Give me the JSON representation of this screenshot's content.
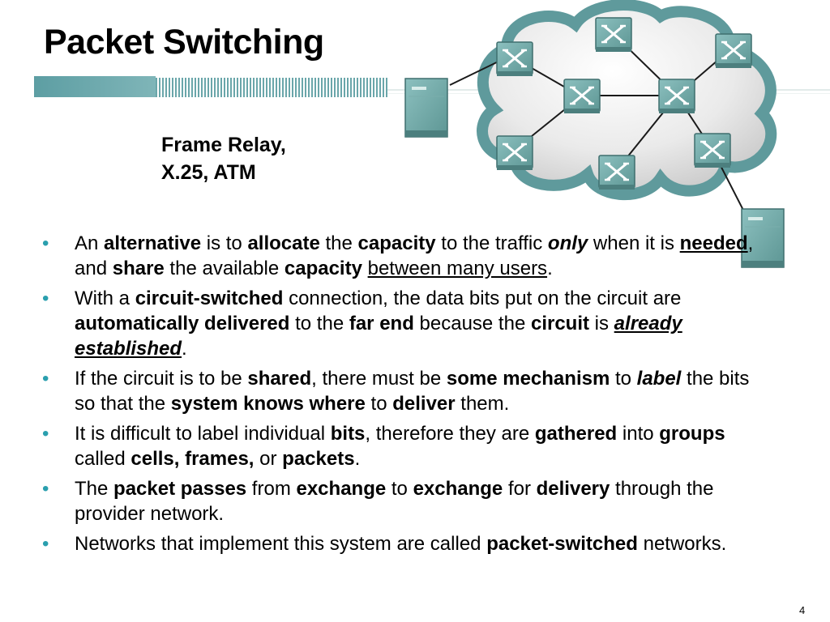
{
  "slide": {
    "title": "Packet Switching",
    "caption_line1": "Frame Relay,",
    "caption_line2": "X.25, ATM",
    "page_number": "4"
  },
  "colors": {
    "accent_teal": "#5d9ea3",
    "bullet_teal": "#2a9fae",
    "cloud_rim": "#5f9a9c",
    "device_teal": "#6fa9a8"
  },
  "icons": [
    "server-icon",
    "switch-icon",
    "network-cloud-icon",
    "bullet-dot-icon"
  ],
  "bullets": [
    {
      "segments": [
        {
          "t": "An "
        },
        {
          "t": "alternative",
          "b": true
        },
        {
          "t": " is to "
        },
        {
          "t": "allocate",
          "b": true
        },
        {
          "t": " the "
        },
        {
          "t": "capacity",
          "b": true
        },
        {
          "t": " to the traffic "
        },
        {
          "t": "only",
          "b": true,
          "i": true
        },
        {
          "t": " when it is "
        },
        {
          "t": "needed",
          "b": true,
          "u": true
        },
        {
          "t": ", and "
        },
        {
          "t": "share",
          "b": true
        },
        {
          "t": " the available "
        },
        {
          "t": "capacity",
          "b": true
        },
        {
          "t": " "
        },
        {
          "t": "between many users",
          "u": true
        },
        {
          "t": "."
        }
      ]
    },
    {
      "segments": [
        {
          "t": "With a "
        },
        {
          "t": "circuit-switched",
          "b": true
        },
        {
          "t": " connection, the data bits put on the circuit are "
        },
        {
          "t": "automatically delivered",
          "b": true
        },
        {
          "t": " to the "
        },
        {
          "t": "far end",
          "b": true
        },
        {
          "t": " because the "
        },
        {
          "t": "circuit",
          "b": true
        },
        {
          "t": " is "
        },
        {
          "t": "already established",
          "b": true,
          "i": true,
          "u": true
        },
        {
          "t": "."
        }
      ]
    },
    {
      "segments": [
        {
          "t": "If the circuit is to be "
        },
        {
          "t": "shared",
          "b": true
        },
        {
          "t": ", there must be "
        },
        {
          "t": "some mechanism",
          "b": true
        },
        {
          "t": " to "
        },
        {
          "t": "label",
          "b": true,
          "i": true
        },
        {
          "t": " the bits so that the "
        },
        {
          "t": "system knows where",
          "b": true
        },
        {
          "t": " to "
        },
        {
          "t": "deliver",
          "b": true
        },
        {
          "t": " them."
        }
      ]
    },
    {
      "segments": [
        {
          "t": "It is difficult to label individual "
        },
        {
          "t": "bits",
          "b": true
        },
        {
          "t": ", therefore they are "
        },
        {
          "t": "gathered",
          "b": true
        },
        {
          "t": " into "
        },
        {
          "t": "groups",
          "b": true
        },
        {
          "t": " called "
        },
        {
          "t": "cells, frames,",
          "b": true
        },
        {
          "t": " or "
        },
        {
          "t": "packets",
          "b": true
        },
        {
          "t": "."
        }
      ]
    },
    {
      "segments": [
        {
          "t": "The "
        },
        {
          "t": "packet passes",
          "b": true
        },
        {
          "t": " from "
        },
        {
          "t": "exchange",
          "b": true
        },
        {
          "t": " to "
        },
        {
          "t": "exchange",
          "b": true
        },
        {
          "t": " for "
        },
        {
          "t": "delivery",
          "b": true
        },
        {
          "t": " through the provider network."
        }
      ]
    },
    {
      "segments": [
        {
          "t": "Networks that implement this system are called "
        },
        {
          "t": "packet-switched",
          "b": true
        },
        {
          "t": " networks."
        }
      ]
    }
  ]
}
